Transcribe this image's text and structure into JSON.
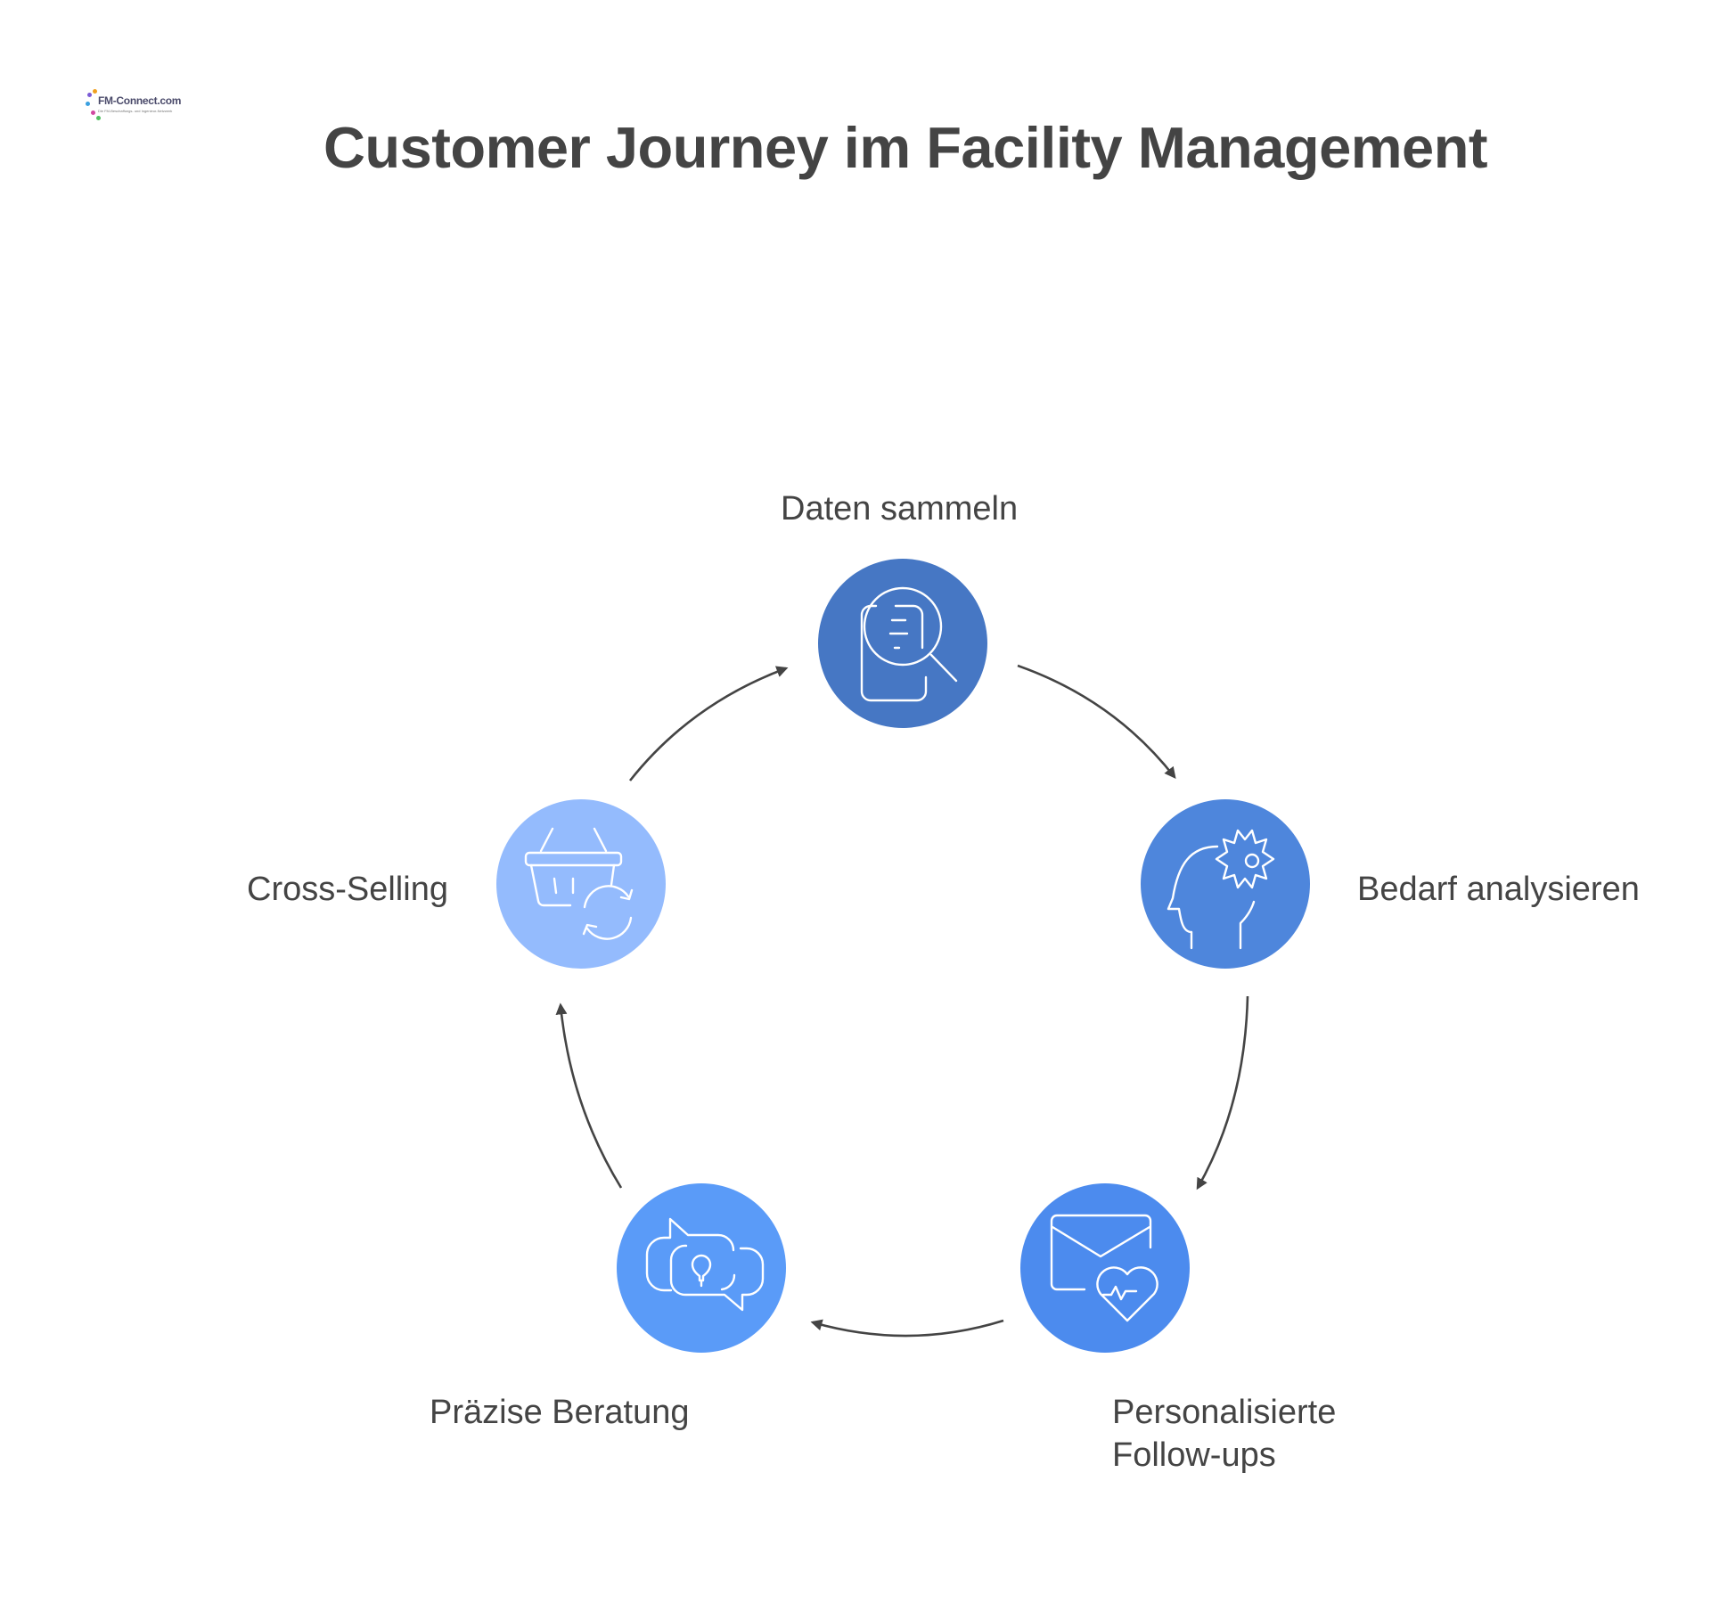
{
  "logo": {
    "text": "FM-Connect.com",
    "subtext": "Die FM-Beschaffungs- und Ingenieur-Netzwerk"
  },
  "title": "Customer Journey im Facility Management",
  "colors": {
    "text": "#444444",
    "arrow": "#444444",
    "icon_stroke": "#ffffff"
  },
  "steps": [
    {
      "label": "Daten sammeln",
      "icon": "document-search-icon",
      "color": "#4677C4"
    },
    {
      "label": "Bedarf analysieren",
      "icon": "head-gear-icon",
      "color": "#4E86DC"
    },
    {
      "label_lines": [
        "Personalisierte",
        "Follow-ups"
      ],
      "icon": "mail-heart-icon",
      "color": "#4C8BEE"
    },
    {
      "label": "Präzise Beratung",
      "icon": "chat-lightbulb-icon",
      "color": "#5A9BF8"
    },
    {
      "label": "Cross-Selling",
      "icon": "basket-refresh-icon",
      "color": "#94BBFD"
    }
  ],
  "flow": [
    "Daten sammeln",
    "Bedarf analysieren",
    "Personalisierte Follow-ups",
    "Präzise Beratung",
    "Cross-Selling",
    "Daten sammeln"
  ]
}
